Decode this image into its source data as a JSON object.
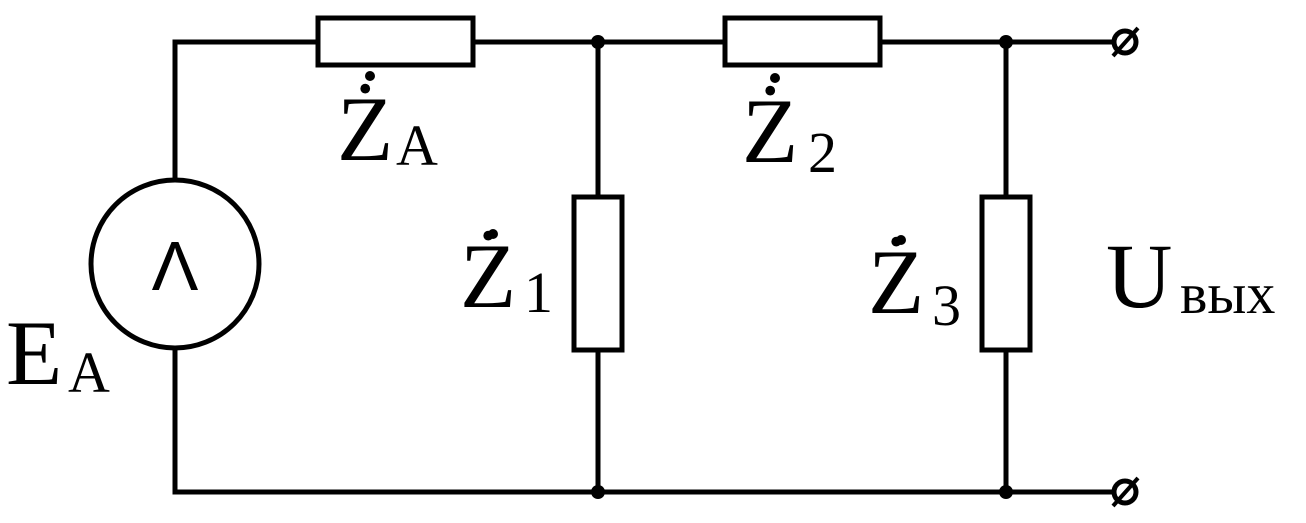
{
  "labels": {
    "source_main": "E",
    "source_sub": "A",
    "source_symbol": "Λ",
    "za_main": "Ż",
    "za_sub": "A",
    "z2_main": "Ż",
    "z2_sub": "2",
    "z1_main": "Ż",
    "z1_sub": "1",
    "z3_main": "Ż",
    "z3_sub": "3",
    "out_main": "U",
    "out_sub": "вых"
  },
  "colors": {
    "stroke": "#000000",
    "background": "#ffffff"
  }
}
